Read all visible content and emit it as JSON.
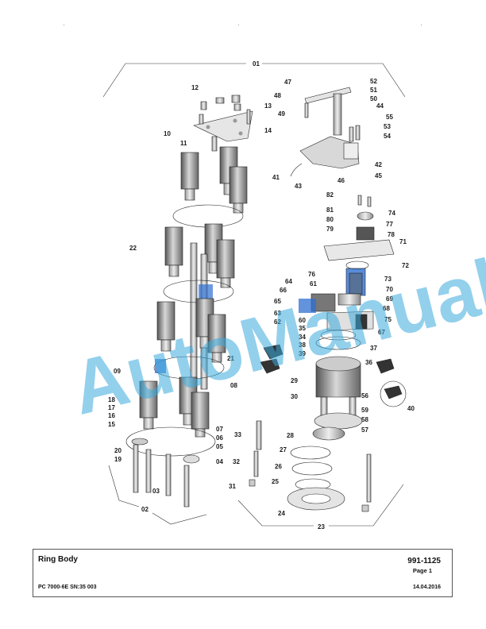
{
  "title_block": {
    "title": "Ring Body",
    "document_number": "991-1125",
    "page": "Page 1",
    "model": "PC 7000-6E SN:35 003",
    "date": "14.04.2016"
  },
  "watermark": "AutoManual",
  "callouts": [
    "01",
    "02",
    "03",
    "04",
    "05",
    "06",
    "07",
    "08",
    "09",
    "10",
    "11",
    "12",
    "13",
    "14",
    "15",
    "16",
    "17",
    "18",
    "19",
    "20",
    "21",
    "22",
    "23",
    "24",
    "25",
    "26",
    "27",
    "28",
    "29",
    "30",
    "31",
    "32",
    "33",
    "34",
    "35",
    "36",
    "37",
    "38",
    "39",
    "40",
    "41",
    "42",
    "43",
    "44",
    "45",
    "46",
    "47",
    "48",
    "49",
    "50",
    "51",
    "52",
    "53",
    "54",
    "55",
    "56",
    "57",
    "58",
    "59",
    "60",
    "61",
    "62",
    "63",
    "64",
    "65",
    "66",
    "67",
    "68",
    "69",
    "70",
    "71",
    "72",
    "73",
    "74",
    "75",
    "76",
    "77",
    "78",
    "79",
    "80",
    "81",
    "82"
  ],
  "colors": {
    "watermark": "#3aa9dc",
    "highlight_blue": "#2f6fd0",
    "line": "#333333"
  }
}
